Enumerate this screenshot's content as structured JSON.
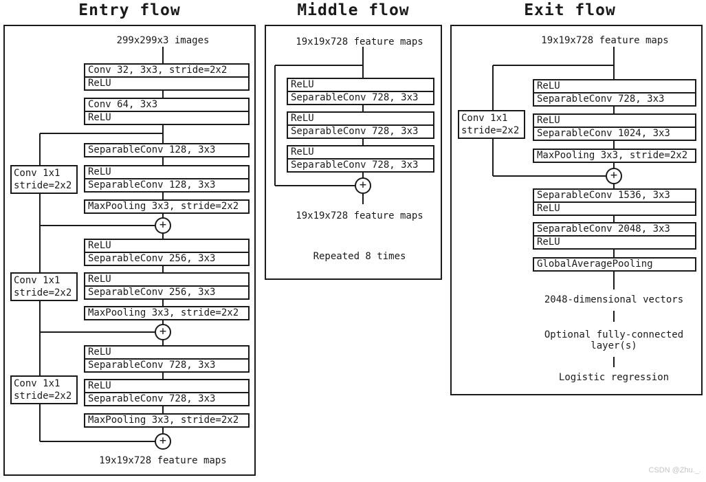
{
  "entry": {
    "title": "Entry flow",
    "input_label": "299x299x3 images",
    "conv1": [
      "Conv 32, 3x3, stride=2x2",
      "ReLU"
    ],
    "conv2": [
      "Conv 64, 3x3",
      "ReLU"
    ],
    "b1": {
      "skip": [
        "Conv 1x1",
        "stride=2x2"
      ],
      "sep1": [
        "SeparableConv 128, 3x3"
      ],
      "sep2": [
        "ReLU",
        "SeparableConv 128, 3x3"
      ],
      "pool": [
        "MaxPooling 3x3, stride=2x2"
      ]
    },
    "b2": {
      "skip": [
        "Conv 1x1",
        "stride=2x2"
      ],
      "sep1": [
        "ReLU",
        "SeparableConv 256, 3x3"
      ],
      "sep2": [
        "ReLU",
        "SeparableConv 256, 3x3"
      ],
      "pool": [
        "MaxPooling 3x3, stride=2x2"
      ]
    },
    "b3": {
      "skip": [
        "Conv 1x1",
        "stride=2x2"
      ],
      "sep1": [
        "ReLU",
        "SeparableConv 728, 3x3"
      ],
      "sep2": [
        "ReLU",
        "SeparableConv 728, 3x3"
      ],
      "pool": [
        "MaxPooling 3x3, stride=2x2"
      ]
    },
    "output_label": "19x19x728 feature maps"
  },
  "middle": {
    "title": "Middle flow",
    "input_label": "19x19x728 feature maps",
    "box1": [
      "ReLU",
      "SeparableConv 728, 3x3"
    ],
    "box2": [
      "ReLU",
      "SeparableConv 728, 3x3"
    ],
    "box3": [
      "ReLU",
      "SeparableConv 728, 3x3"
    ],
    "output_label": "19x19x728 feature maps",
    "note": "Repeated 8 times"
  },
  "exit": {
    "title": "Exit flow",
    "input_label": "19x19x728 feature maps",
    "skip": [
      "Conv 1x1",
      "stride=2x2"
    ],
    "box1": [
      "ReLU",
      "SeparableConv 728, 3x3"
    ],
    "box2": [
      "ReLU",
      "SeparableConv 1024, 3x3"
    ],
    "pool": [
      "MaxPooling 3x3, stride=2x2"
    ],
    "box3": [
      "SeparableConv 1536, 3x3",
      "ReLU"
    ],
    "box4": [
      "SeparableConv 2048, 3x3",
      "ReLU"
    ],
    "gap": [
      "GlobalAveragePooling"
    ],
    "vectors_label": "2048-dimensional vectors",
    "fc_label_line1": "Optional fully-connected",
    "fc_label_line2": "layer(s)",
    "output_label": "Logistic regression"
  },
  "symbols": {
    "merge_plus": "+"
  },
  "watermark": "CSDN @Zhu._.",
  "colors": {
    "ink": "#1a1a1a",
    "watermark": "#c5c5c5",
    "background": "#ffffff"
  }
}
